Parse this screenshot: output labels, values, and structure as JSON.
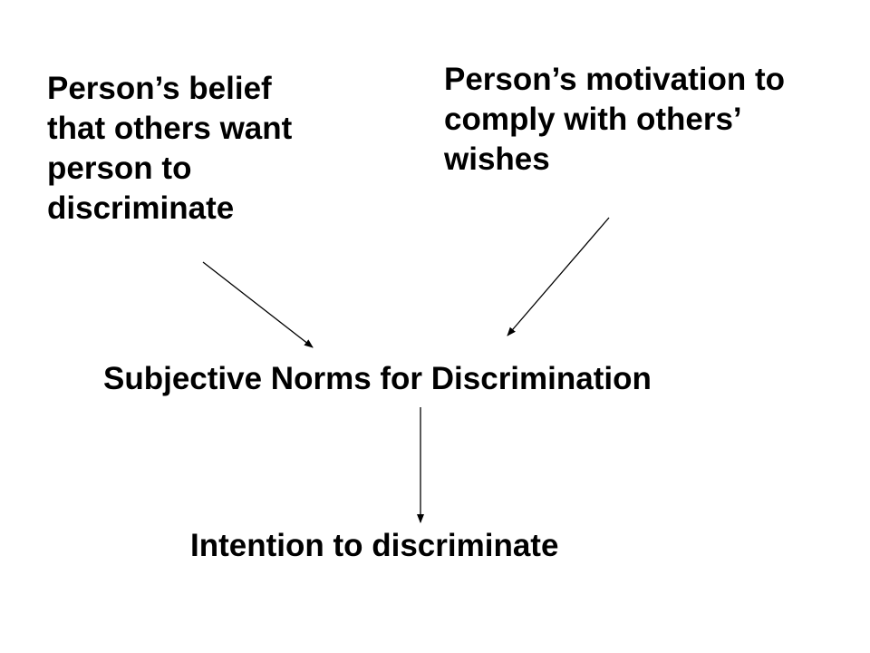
{
  "nodes": {
    "belief": {
      "lines": [
        "Person’s belief",
        "that others want",
        "person to",
        "discriminate"
      ]
    },
    "motivation": {
      "lines": [
        "Person’s motivation to",
        "comply with others’",
        "wishes"
      ]
    },
    "norms": {
      "text": "Subjective Norms for Discrimination"
    },
    "intention": {
      "text": "Intention to discriminate"
    }
  },
  "edges": [
    {
      "from": "belief",
      "to": "norms"
    },
    {
      "from": "motivation",
      "to": "norms"
    },
    {
      "from": "norms",
      "to": "intention"
    }
  ],
  "colors": {
    "text": "#000000",
    "arrow": "#000000",
    "background": "#ffffff"
  }
}
